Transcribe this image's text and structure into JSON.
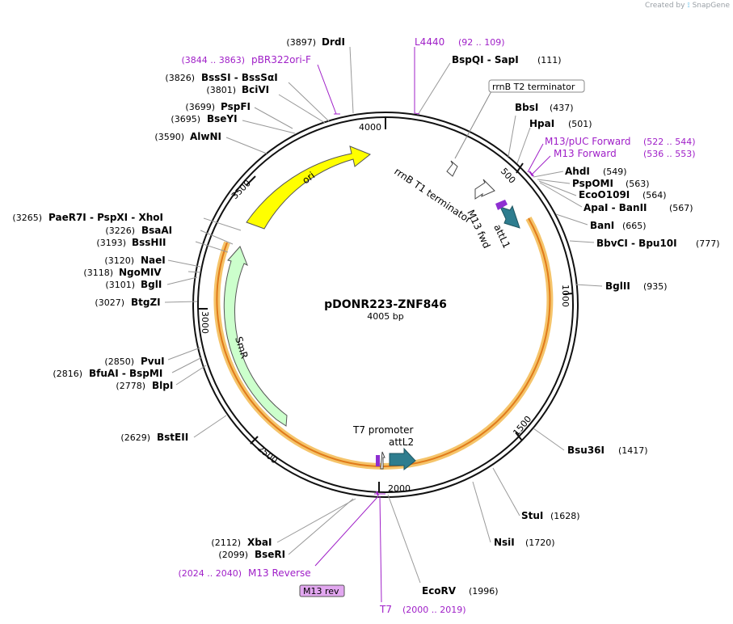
{
  "credit": {
    "prefix": "Created by",
    "brand": "SnapGene"
  },
  "plasmid": {
    "name": "pDONR223-ZNF846",
    "length_label": "4005 bp",
    "length": 4005
  },
  "ticks": [
    "500",
    "1000",
    "1500",
    "2000",
    "2500",
    "3000",
    "3500",
    "4000"
  ],
  "enzymes": [
    {
      "name": "DrdI",
      "pos": "(3897)"
    },
    {
      "name": "BspQI - SapI",
      "pos": "(111)"
    },
    {
      "name": "BssSI - BssSαI",
      "pos": "(3826)"
    },
    {
      "name": "BciVI",
      "pos": "(3801)"
    },
    {
      "name": "BbsI",
      "pos": "(437)"
    },
    {
      "name": "PspFI",
      "pos": "(3699)"
    },
    {
      "name": "BseYI",
      "pos": "(3695)"
    },
    {
      "name": "HpaI",
      "pos": "(501)"
    },
    {
      "name": "AlwNI",
      "pos": "(3590)"
    },
    {
      "name": "AhdI",
      "pos": "(549)"
    },
    {
      "name": "PspOMI",
      "pos": "(563)"
    },
    {
      "name": "EcoO109I",
      "pos": "(564)"
    },
    {
      "name": "ApaI - BanII",
      "pos": "(567)"
    },
    {
      "name": "PaeR7I - PspXI - XhoI",
      "pos": "(3265)"
    },
    {
      "name": "BanI",
      "pos": "(665)"
    },
    {
      "name": "BsaAI",
      "pos": "(3226)"
    },
    {
      "name": "BbvCI - Bpu10I",
      "pos": "(777)"
    },
    {
      "name": "BssHII",
      "pos": "(3193)"
    },
    {
      "name": "NaeI",
      "pos": "(3120)"
    },
    {
      "name": "NgoMIV",
      "pos": "(3118)"
    },
    {
      "name": "BglI",
      "pos": "(3101)"
    },
    {
      "name": "BglII",
      "pos": "(935)"
    },
    {
      "name": "BtgZI",
      "pos": "(3027)"
    },
    {
      "name": "PvuI",
      "pos": "(2850)"
    },
    {
      "name": "BfuAI - BspMI",
      "pos": "(2816)"
    },
    {
      "name": "BlpI",
      "pos": "(2778)"
    },
    {
      "name": "BstEII",
      "pos": "(2629)"
    },
    {
      "name": "Bsu36I",
      "pos": "(1417)"
    },
    {
      "name": "StuI",
      "pos": "(1628)"
    },
    {
      "name": "NsiI",
      "pos": "(1720)"
    },
    {
      "name": "XbaI",
      "pos": "(2112)"
    },
    {
      "name": "BseRI",
      "pos": "(2099)"
    },
    {
      "name": "EcoRV",
      "pos": "(1996)"
    }
  ],
  "primers": [
    {
      "name": "L4440",
      "range": "(92 .. 109)"
    },
    {
      "name": "pBR322ori-F",
      "range": "(3844 .. 3863)"
    },
    {
      "name": "M13/pUC Forward",
      "range": "(522 .. 544)"
    },
    {
      "name": "M13 Forward",
      "range": "(536 .. 553)"
    },
    {
      "name": "M13 Reverse",
      "range": "(2024 .. 2040)"
    },
    {
      "name": "T7",
      "range": "(2000 .. 2019)"
    }
  ],
  "features": {
    "ori": "ori",
    "smr": "SmR",
    "rrnb_t1": "rrnB T1 terminator",
    "rrnb_t2": "rrnB T2 terminator",
    "m13_fwd": "M13 fwd",
    "attl1": "attL1",
    "t7_promoter": "T7 promoter",
    "attl2": "attL2",
    "m13_rev": "M13 rev"
  },
  "colors": {
    "ori": "#ffff00",
    "smr": "#ccffcc",
    "att": "#2e7d8f",
    "primer": "#a020c8",
    "orf_halo": "#f5c46a",
    "orf": "#e07a1a",
    "m13_rev_box": "#e2a7f0"
  }
}
